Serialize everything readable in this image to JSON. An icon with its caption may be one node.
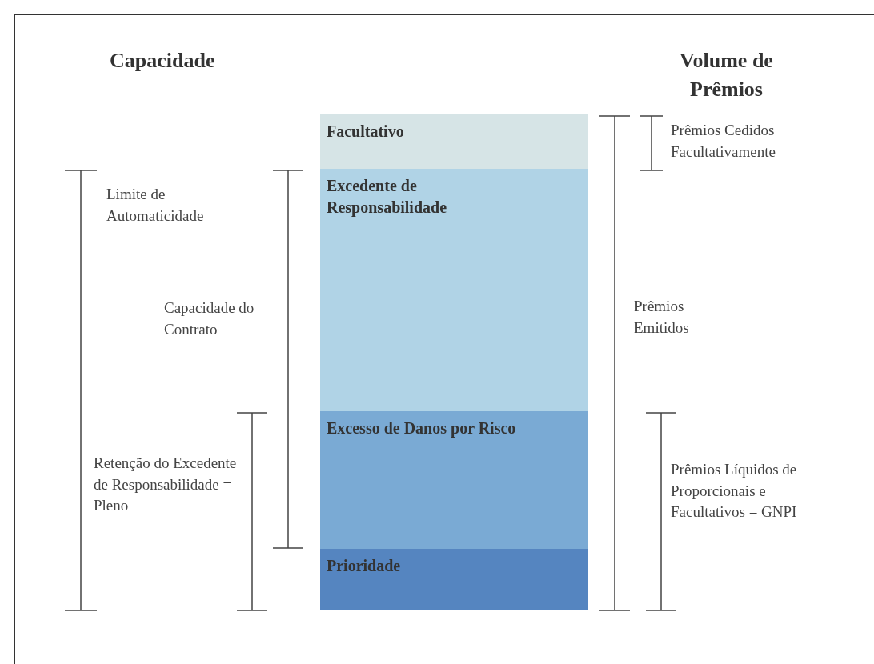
{
  "diagram": {
    "nodes": [
      {
        "text": [
          "Facultativo"
        ]
      },
      {
        "text": [
          "Excedente de Responsabilidade"
        ]
      },
      {
        "text": [
          "Excesso de Danos por Risco"
        ]
      },
      {
        "text": [
          "Prioridade"
        ]
      }
    ],
    "labels": [
      "Capacidade",
      "Volume de Prêmios",
      "Prêmios Cedidos Facultativamente",
      "Limite de Automaticidade",
      "Capacidade do Contrato",
      "Prêmios Emitidos",
      "Retenção do Excedente de Responsabilidade = Pleno",
      "Prêmios Líquidos de Proporcionais e Facultativos = GNPI"
    ]
  }
}
